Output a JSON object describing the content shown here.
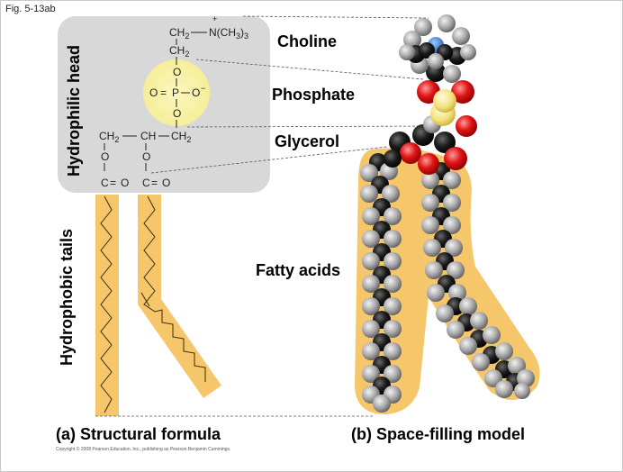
{
  "figure_id": "Fig. 5-13ab",
  "head_label": "Hydrophilic head",
  "tails_label": "Hydrophobic tails",
  "parts": {
    "choline": "Choline",
    "phosphate": "Phosphate",
    "glycerol": "Glycerol",
    "fatty_acids": "Fatty acids"
  },
  "formula": {
    "ch2": "CH",
    "sub2": "2",
    "ch": "CH",
    "n": "N(CH",
    "sub3": "3",
    "n_close": ")",
    "plus": "+",
    "o": "O",
    "p": "P",
    "o_minus": "O",
    "minus": "−",
    "c": "C",
    "double_bond": "="
  },
  "captions": {
    "a": "(a) Structural formula",
    "b": "(b) Space-filling model"
  },
  "copyright": "Copyright © 2008 Pearson Education, Inc., publishing as Pearson Benjamin Cummings.",
  "colors": {
    "head_box": "#d8d8d8",
    "phosphate_glow": "#f8f0a0",
    "tail_band": "#f5c66a",
    "carbon": "#1a1a1a",
    "hydrogen": "#a8a8a8",
    "oxygen": "#e11b1b",
    "phosphorus": "#f2e27a",
    "nitrogen": "#3b7fd6"
  }
}
